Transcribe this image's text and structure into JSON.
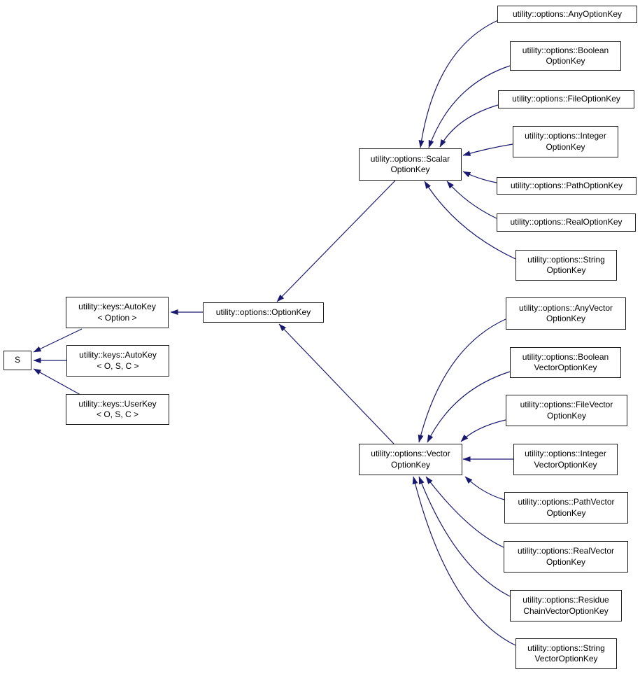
{
  "diagram": {
    "kind": "class-inheritance-graph",
    "colors": {
      "background": "#ffffff",
      "edge-color": "#191970",
      "node-border": "#1f1f1f",
      "node-fill": "#ffffff",
      "text-color": "#000000"
    },
    "nodes": {
      "s": {
        "label": "S"
      },
      "autokey_option": {
        "label": "utility::keys::AutoKey\n< Option >"
      },
      "autokey_osc": {
        "label": "utility::keys::AutoKey\n< O, S, C >"
      },
      "userkey_osc": {
        "label": "utility::keys::UserKey\n< O, S, C >"
      },
      "optionkey": {
        "label": "utility::options::OptionKey"
      },
      "scalar": {
        "label": "utility::options::Scalar\nOptionKey"
      },
      "vector": {
        "label": "utility::options::Vector\nOptionKey"
      },
      "any": {
        "label": "utility::options::AnyOptionKey"
      },
      "boolean": {
        "label": "utility::options::Boolean\nOptionKey"
      },
      "file": {
        "label": "utility::options::FileOptionKey"
      },
      "integer": {
        "label": "utility::options::Integer\nOptionKey"
      },
      "path": {
        "label": "utility::options::PathOptionKey"
      },
      "real": {
        "label": "utility::options::RealOptionKey"
      },
      "string": {
        "label": "utility::options::String\nOptionKey"
      },
      "any_vector": {
        "label": "utility::options::AnyVector\nOptionKey"
      },
      "boolean_vector": {
        "label": "utility::options::Boolean\nVectorOptionKey"
      },
      "file_vector": {
        "label": "utility::options::FileVector\nOptionKey"
      },
      "integer_vector": {
        "label": "utility::options::Integer\nVectorOptionKey"
      },
      "path_vector": {
        "label": "utility::options::PathVector\nOptionKey"
      },
      "real_vector": {
        "label": "utility::options::RealVector\nOptionKey"
      },
      "residue_chain_vector": {
        "label": "utility::options::Residue\nChainVectorOptionKey"
      },
      "string_vector": {
        "label": "utility::options::String\nVectorOptionKey"
      }
    },
    "edges": [
      {
        "from": "autokey_option",
        "to": "s"
      },
      {
        "from": "autokey_osc",
        "to": "s"
      },
      {
        "from": "userkey_osc",
        "to": "s"
      },
      {
        "from": "optionkey",
        "to": "autokey_option"
      },
      {
        "from": "scalar",
        "to": "optionkey"
      },
      {
        "from": "vector",
        "to": "optionkey"
      },
      {
        "from": "any",
        "to": "scalar"
      },
      {
        "from": "boolean",
        "to": "scalar"
      },
      {
        "from": "file",
        "to": "scalar"
      },
      {
        "from": "integer",
        "to": "scalar"
      },
      {
        "from": "path",
        "to": "scalar"
      },
      {
        "from": "real",
        "to": "scalar"
      },
      {
        "from": "string",
        "to": "scalar"
      },
      {
        "from": "any_vector",
        "to": "vector"
      },
      {
        "from": "boolean_vector",
        "to": "vector"
      },
      {
        "from": "file_vector",
        "to": "vector"
      },
      {
        "from": "integer_vector",
        "to": "vector"
      },
      {
        "from": "path_vector",
        "to": "vector"
      },
      {
        "from": "real_vector",
        "to": "vector"
      },
      {
        "from": "residue_chain_vector",
        "to": "vector"
      },
      {
        "from": "string_vector",
        "to": "vector"
      }
    ]
  }
}
